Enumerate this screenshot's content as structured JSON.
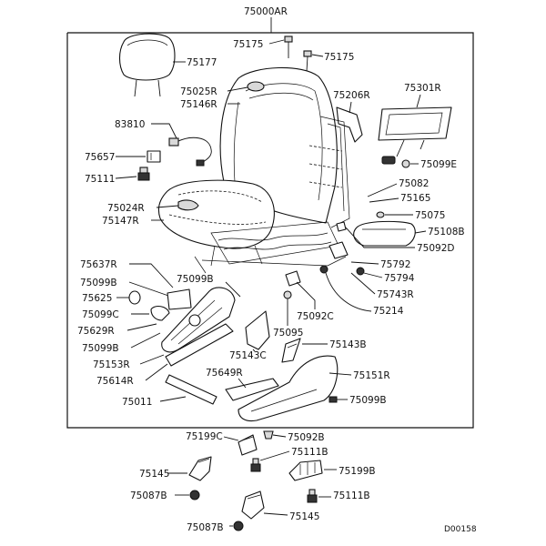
{
  "diagram": {
    "assembly_label": "75000AR",
    "doc_code": "D00158",
    "parts": {
      "headrest": "75177",
      "bolt_top_left": "75175",
      "bolt_top_right": "75175",
      "emblem_back": "75025R",
      "back_cover": "75146R",
      "back_frame": "75206R",
      "armrest_tray": "75301R",
      "harness": "83810",
      "clip": "75657",
      "nut_111": "75111",
      "emblem_cushion": "75024R",
      "cushion_cover": "75147R",
      "screw_099e": "75099E",
      "pin_082": "75082",
      "washer_165": "75165",
      "cap_075": "75075",
      "armrest_cover": "75108B",
      "bracket_092d": "75092D",
      "spacer_792": "75792",
      "nut_794": "75794",
      "bushing_743r": "75743R",
      "bolt_214": "75214",
      "link_637r": "75637R",
      "screw_099b_a": "75099B",
      "screw_099b_b": "75099B",
      "ring_625": "75625",
      "cap_099c": "75099C",
      "lever_629r": "75629R",
      "screw_099b_c": "75099B",
      "shield_153r": "75153R",
      "shield_614r": "75614R",
      "clip_092c": "75092C",
      "screw_095": "75095",
      "cover_143c": "75143C",
      "cover_143b": "75143B",
      "garnish_649r": "75649R",
      "side_151r": "75151R",
      "trim_011": "75011",
      "screw_099b_d": "75099B",
      "knob_199c": "75199C",
      "clip_092b": "75092B",
      "nut_111b_a": "75111B",
      "cap_145_a": "75145",
      "cap_199b": "75199B",
      "nut_087b_a": "75087B",
      "nut_111b_b": "75111B",
      "nut_087b_b": "75087B",
      "cap_145_b": "75145"
    }
  }
}
